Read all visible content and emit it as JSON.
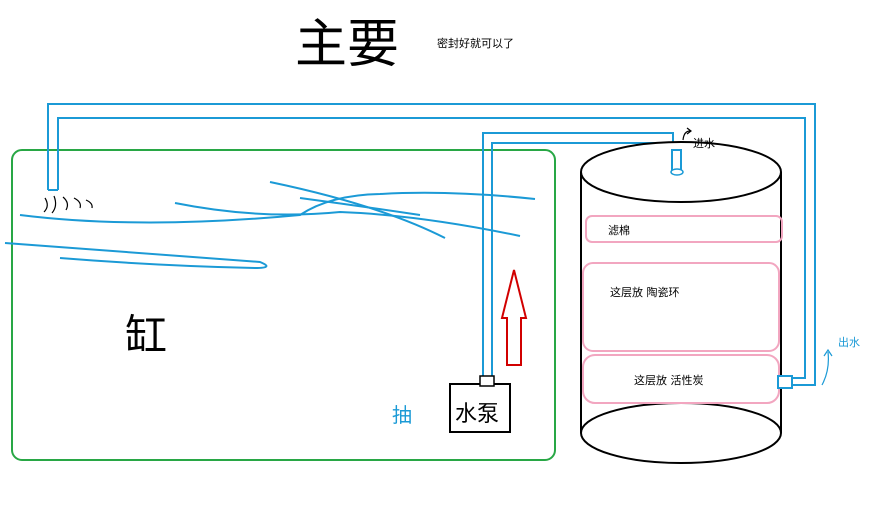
{
  "labels": {
    "main_hand": "主要",
    "note": "密封好就可以了",
    "tank_hand": "缸",
    "pump_side_hand": "抽",
    "pump_box_hand": "水泵",
    "water_in": "进水",
    "water_out": "出水",
    "layer_1": "滤棉",
    "layer_2": "这层放 陶瓷环",
    "layer_3": "这层放 活性炭"
  },
  "colors": {
    "pipe": "#1b9ad6",
    "tank_outline": "#28a745",
    "arrow": "#d10000",
    "layer_outline": "#f2a6c0",
    "ink": "#000000"
  }
}
